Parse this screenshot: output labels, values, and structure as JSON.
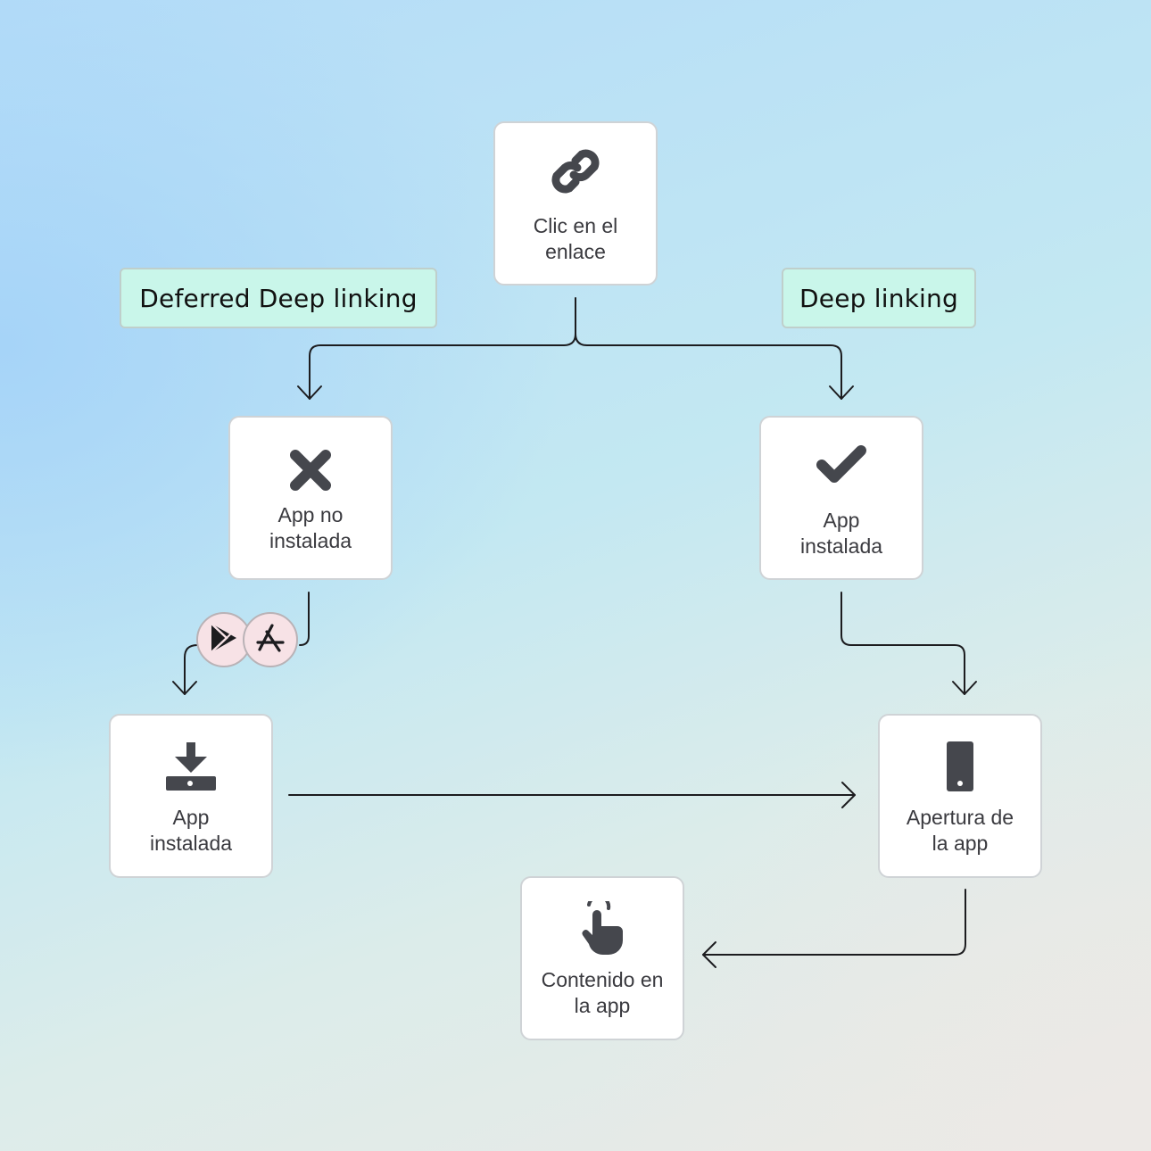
{
  "tags": {
    "deferred": "Deferred Deep linking",
    "deep": "Deep linking"
  },
  "nodes": {
    "click": {
      "label": "Clic en el\nenlace",
      "icon": "link-icon"
    },
    "not_installed": {
      "label": "App no\ninstalada",
      "icon": "cross-icon"
    },
    "installed_right": {
      "label": "App\ninstalada",
      "icon": "check-icon"
    },
    "installed_left": {
      "label": "App\ninstalada",
      "icon": "download-icon"
    },
    "open": {
      "label": "Apertura de\nla app",
      "icon": "phone-icon"
    },
    "content": {
      "label": "Contenido en\nla app",
      "icon": "tap-hand-icon"
    }
  },
  "store_badges": [
    {
      "icon": "google-play-icon"
    },
    {
      "icon": "app-store-icon"
    }
  ],
  "colors": {
    "tag_background": "#c9f6ea",
    "icon": "#45474d",
    "badge_background": "#f7e2e6"
  }
}
